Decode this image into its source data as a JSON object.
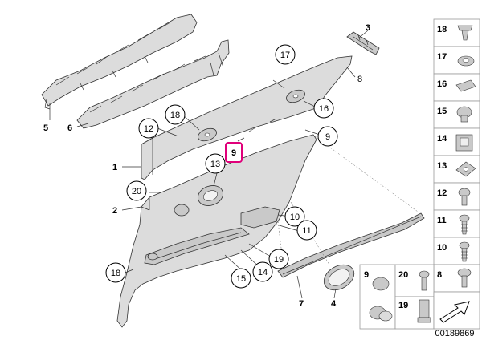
{
  "callouts": {
    "c17": "17",
    "c18a": "18",
    "c12": "12",
    "c16": "16",
    "c9a": "9",
    "c9h": "9",
    "c13": "13",
    "c20": "20",
    "c10": "10",
    "c11": "11",
    "c19": "19",
    "c14": "14",
    "c15": "15",
    "c18b": "18"
  },
  "labels": {
    "l3": "3",
    "l8": "8",
    "l5": "5",
    "l6": "6",
    "l1": "1",
    "l2": "2",
    "l7": "7",
    "l4": "4"
  },
  "legend": {
    "r18": "18",
    "r17": "17",
    "r16": "16",
    "r15": "15",
    "r14": "14",
    "r13": "13",
    "r12": "12",
    "r11": "11",
    "r10": "10",
    "r8": "8",
    "b9": "9",
    "b20": "20",
    "b19": "19"
  },
  "diagram_number": "00189869",
  "highlight_color": "#e0007a"
}
